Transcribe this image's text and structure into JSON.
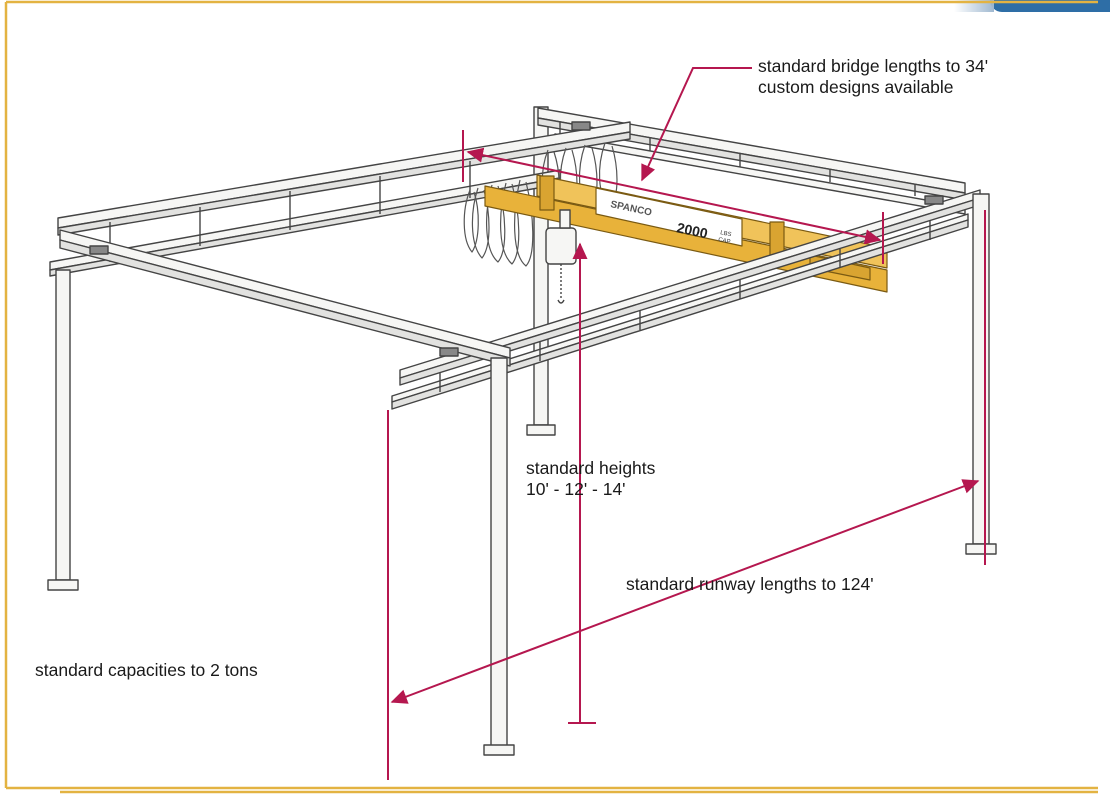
{
  "callouts": {
    "bridge_line1": "standard bridge lengths to 34'",
    "bridge_line2": "custom designs available",
    "heights_line1": "standard heights",
    "heights_line2": "10' - 12' - 14'",
    "runway": "standard runway lengths to 124'",
    "capacity": "standard capacities to 2 tons"
  },
  "bridge_label": {
    "brand": "SPANCO",
    "capacity": "2000",
    "unit_top": "LBS",
    "unit_bottom": "CAP"
  },
  "colors": {
    "frame_border": "#e3b342",
    "annotation": "#b5174f",
    "bridge": "#e8b23a",
    "steel": "#f6f6f4",
    "steel_outline": "#444444",
    "corner_tab": "#2e6ea6"
  }
}
